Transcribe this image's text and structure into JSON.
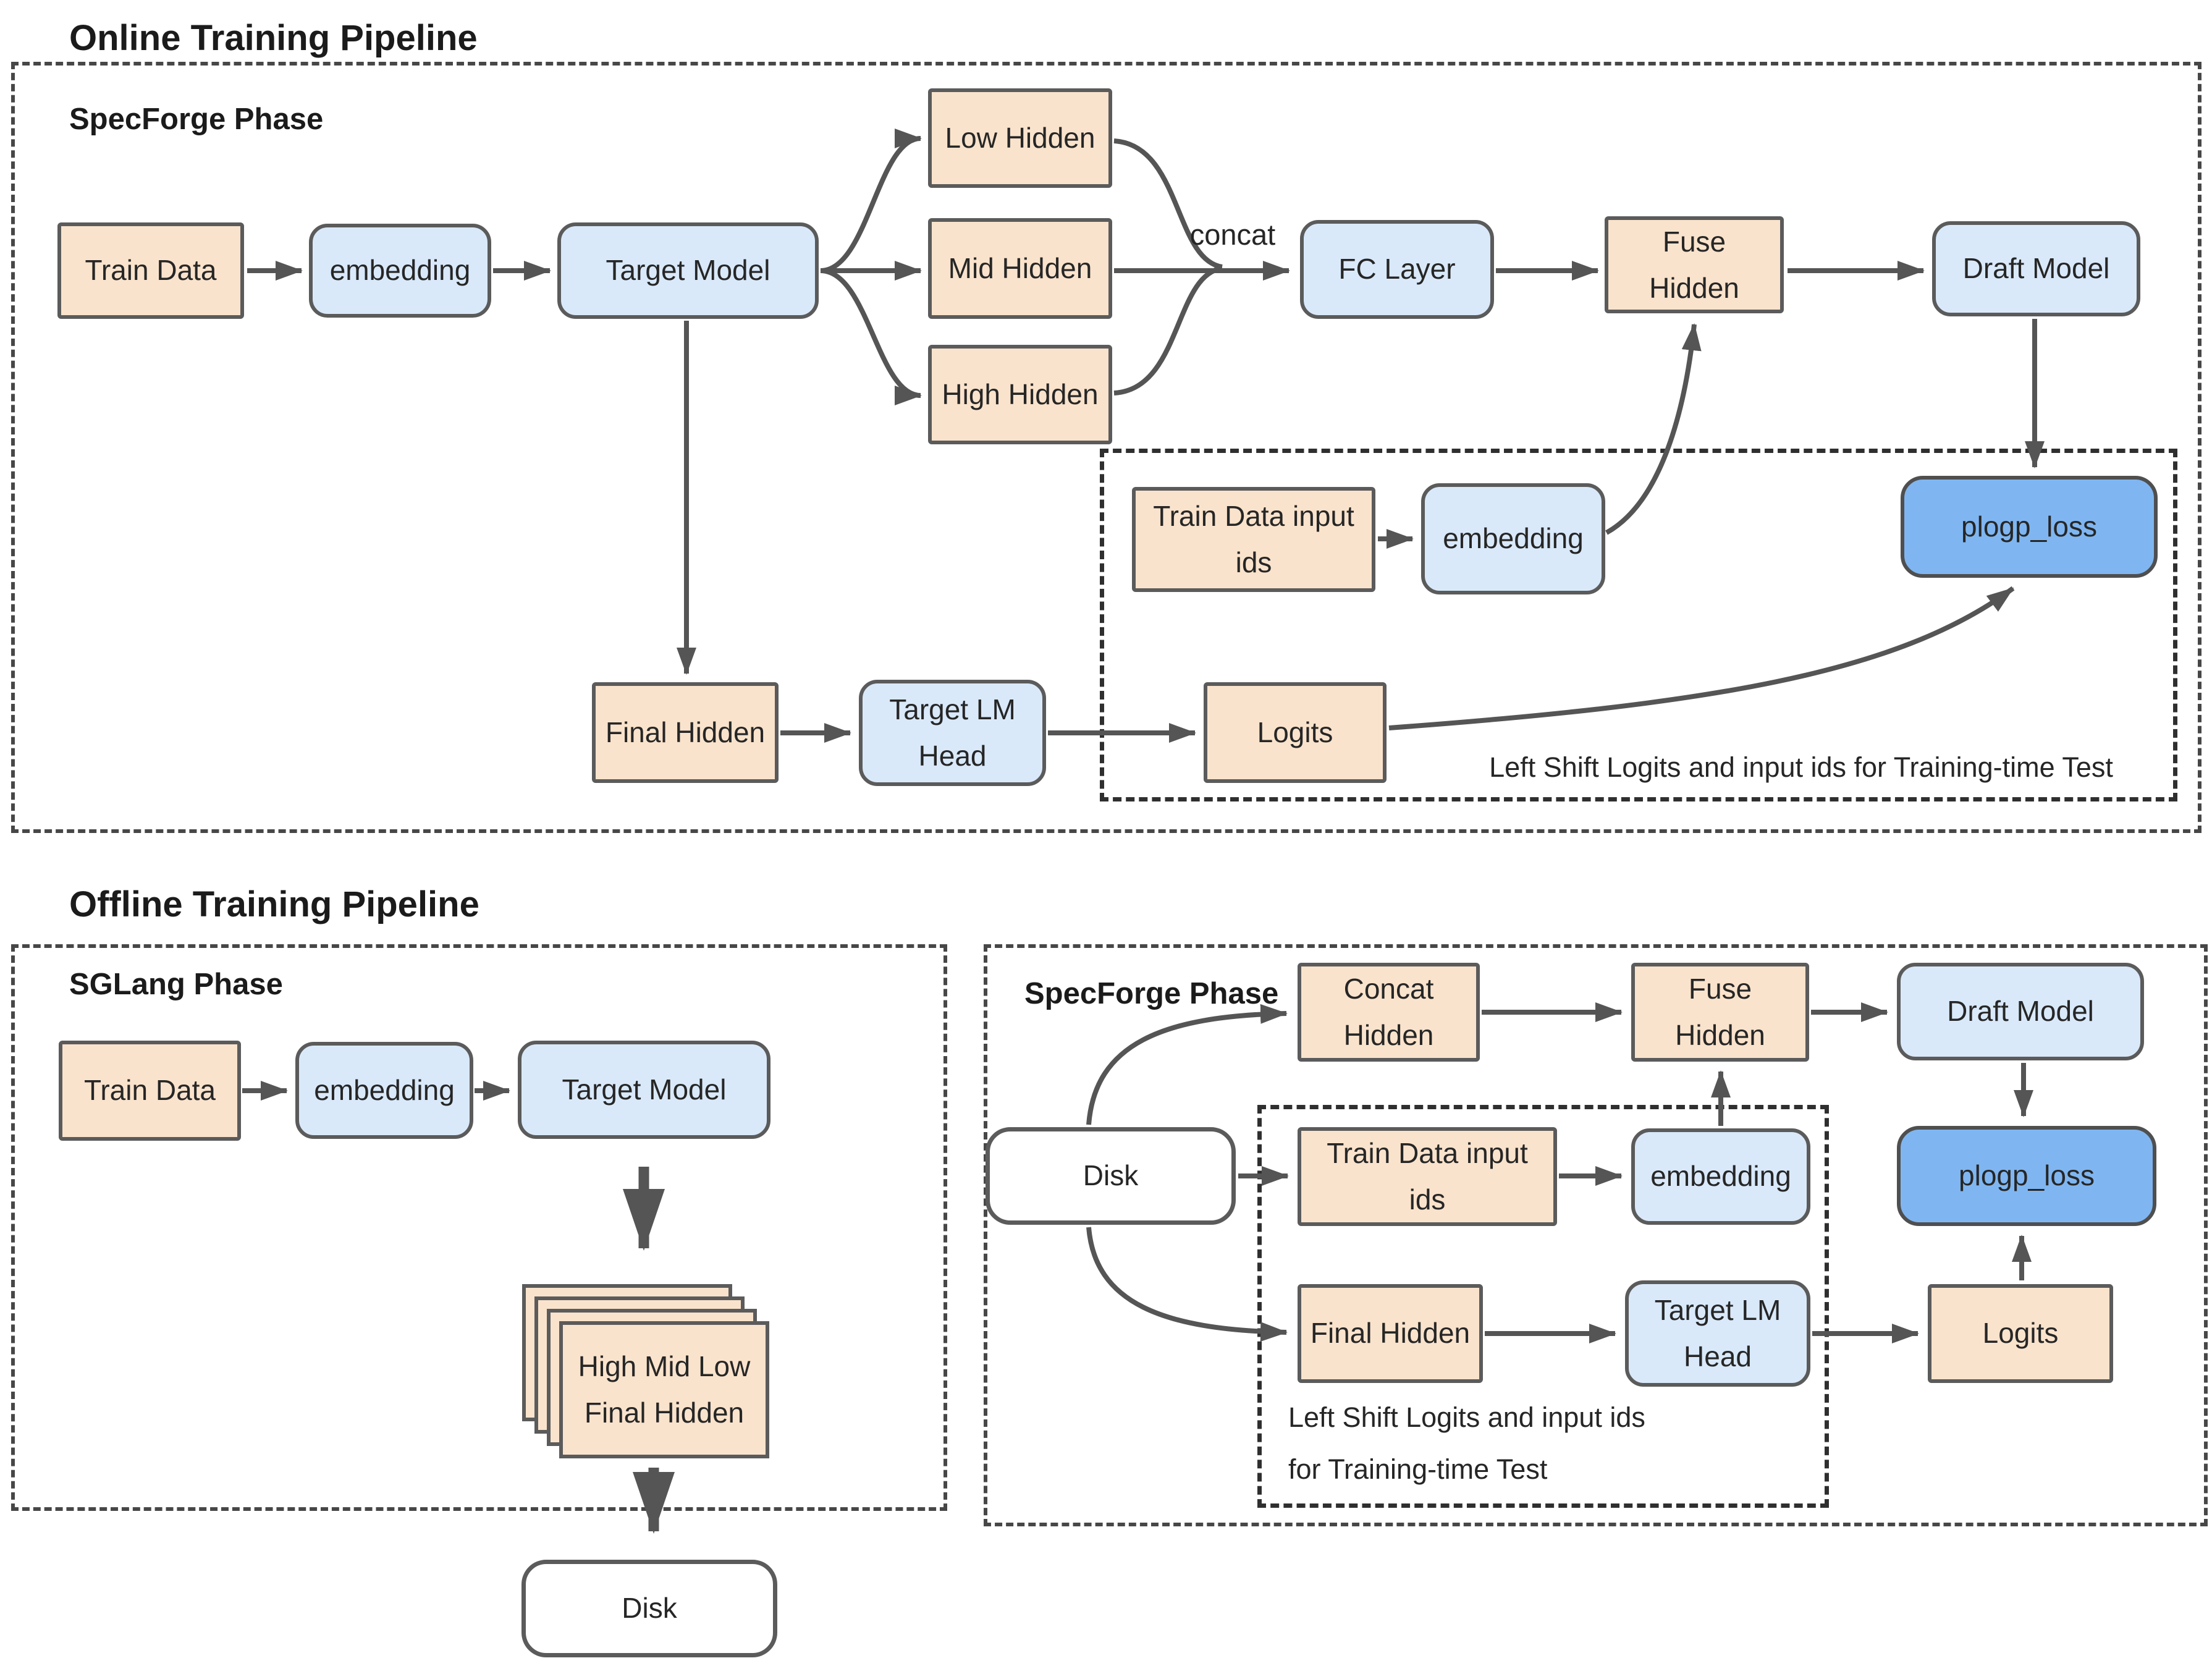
{
  "colors": {
    "node_peach": "#fae3cc",
    "node_light_blue": "#d9e9fa",
    "node_loss_blue": "#7fb6f1",
    "node_white": "#ffffff",
    "wire_gray": "#555555",
    "border_gray": "#5b5b5b",
    "text_dark": "#262626"
  },
  "online": {
    "title": "Online Training Pipeline",
    "phase_label": "SpecForge Phase",
    "concat_label": "concat",
    "note": "Left Shift Logits and input ids for Training-time Test",
    "nodes": {
      "train_data": "Train Data",
      "embedding": "embedding",
      "target_model": "Target Model",
      "low_hidden": "Low Hidden",
      "mid_hidden": "Mid Hidden",
      "high_hidden": "High Hidden",
      "fc_layer": "FC Layer",
      "fuse_hidden": {
        "line1": "Fuse",
        "line2": "Hidden"
      },
      "draft_model": "Draft Model",
      "train_data_input_ids": {
        "line1": "Train Data input",
        "line2": "ids"
      },
      "embedding2": "embedding",
      "plogp_loss": "plogp_loss",
      "final_hidden": "Final Hidden",
      "target_lm_head": {
        "line1": "Target LM",
        "line2": "Head"
      },
      "logits": "Logits"
    }
  },
  "offline": {
    "title": "Offline Training Pipeline",
    "sglang": {
      "phase_label": "SGLang Phase",
      "nodes": {
        "train_data": "Train Data",
        "embedding": "embedding",
        "target_model": "Target Model",
        "hidden_stack": {
          "line1": "High Mid Low",
          "line2": "Final Hidden"
        },
        "disk": "Disk"
      }
    },
    "specforge": {
      "phase_label": "SpecForge Phase",
      "note": {
        "line1": "Left Shift Logits and input ids",
        "line2": "for Training-time Test"
      },
      "nodes": {
        "disk": "Disk",
        "concat_hidden": {
          "line1": "Concat",
          "line2": "Hidden"
        },
        "fuse_hidden": {
          "line1": "Fuse",
          "line2": "Hidden"
        },
        "draft_model": "Draft Model",
        "train_data_input_ids": {
          "line1": "Train Data input",
          "line2": "ids"
        },
        "embedding": "embedding",
        "plogp_loss": "plogp_loss",
        "final_hidden": "Final Hidden",
        "target_lm_head": {
          "line1": "Target LM",
          "line2": "Head"
        },
        "logits": "Logits"
      }
    }
  }
}
